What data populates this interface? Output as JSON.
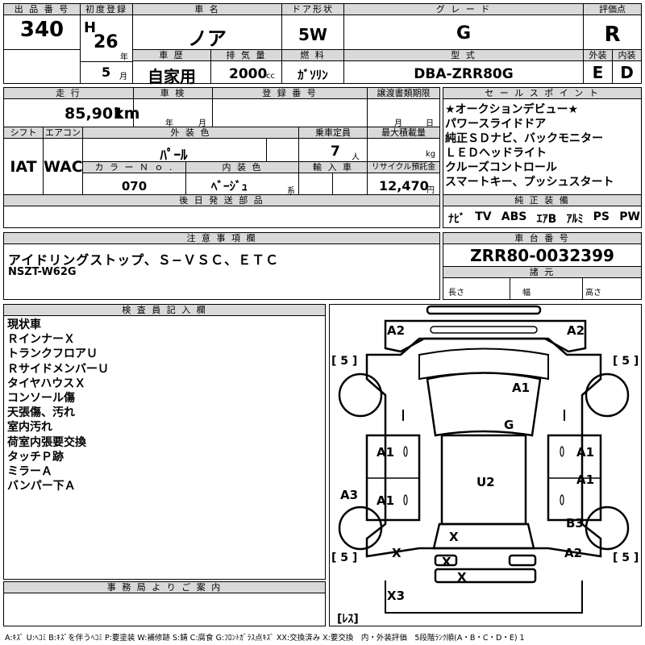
{
  "header": {
    "lot_label": "出 品 番 号",
    "lot": "340",
    "reg_label": "初度登録",
    "era": "H",
    "year": "26",
    "year_unit": "年",
    "month": "5",
    "month_unit": "月",
    "car_name_label": "車 名",
    "car_name": "ノア",
    "door_label": "ドア形状",
    "door": "5W",
    "grade_label": "グ レ ー ド",
    "grade": "G",
    "score_label": "評価点",
    "score": "R",
    "history_label": "車 歴",
    "history": "自家用",
    "disp_label": "排 気 量",
    "disp": "2000",
    "disp_unit": "cc",
    "fuel_label": "燃 料",
    "fuel": "ｶﾞｿﾘﾝ",
    "model_label": "型 式",
    "model": "DBA-ZRR80G",
    "ext_label": "外装",
    "ext": "E",
    "int_label": "内装",
    "int": "D"
  },
  "info": {
    "mileage_label": "走 行",
    "mileage": "85,901",
    "mileage_unit": "km",
    "inspection_label": "車 検",
    "insp_year": "年",
    "insp_month": "月",
    "regno_label": "登 録 番 号",
    "transfer_label": "譲渡書類期限",
    "transfer_month": "月",
    "transfer_day": "日",
    "shift_label": "シフト",
    "shift": "IAT",
    "ac_label": "エアコン",
    "ac": "WAC",
    "color_label": "外 装 色",
    "color": "ﾊﾟｰﾙ",
    "capacity_label": "乗車定員",
    "capacity": "7",
    "capacity_unit": "人",
    "maxload_label": "最大積載量",
    "maxload_unit": "kg",
    "colorno_label": "カ ラ ー Ｎ ｏ .",
    "colorno": "070",
    "intcolor_label": "内 装 色",
    "intcolor": "ﾍﾞｰｼﾞｭ",
    "intcolor_unit": "系",
    "import_label": "輸 入 車",
    "recycle_label": "リサイクル預託金",
    "recycle": "12,470",
    "recycle_unit": "円",
    "later_label": "後 日 発 送 部 品"
  },
  "sales": {
    "label": "セ ー ル ス ポ イ ン ト",
    "points": [
      "★オークションデビュー★",
      "パワースライドドア",
      "純正ＳＤナビ、バックモニター",
      "ＬＥＤヘッドライト",
      "クルーズコントロール",
      "スマートキー、プッシュスタート"
    ],
    "equip_label": "純 正 装 備",
    "equip": [
      "ﾅﾋﾞ",
      "TV",
      "ABS",
      "ｴｱB",
      "ｱﾙﾐ",
      "PS",
      "PW"
    ]
  },
  "notes": {
    "label": "注 意 事 項 欄",
    "line1": "アイドリングストップ、Ｓ−ＶＳＣ、ＥＴＣ",
    "line2": "NSZT-W62G"
  },
  "chassis": {
    "label": "車 台 番 号",
    "value": "ZRR80-0032399",
    "dims_label": "諸 元",
    "length": "長さ",
    "width": "幅",
    "height": "高さ"
  },
  "inspector": {
    "label": "検 査 員 記 入 欄",
    "lines": [
      "現状車",
      "ＲインナーＸ",
      "トランクフロアＵ",
      "ＲサイドメンバーＵ",
      "タイヤハウスＸ",
      "コンソール傷",
      "天張傷、汚れ",
      "室内汚れ",
      "荷室内張要交換",
      "タッチＰ跡",
      "ミラーＡ",
      "バンパー下Ａ"
    ]
  },
  "office": {
    "label": "事 務 局 よ り ご 案 内"
  },
  "diagram": {
    "tire_fl": "[ 5 ]",
    "tire_fr": "[ 5 ]",
    "tire_rl": "[ 5 ]",
    "tire_rr": "[ 5 ]",
    "tire_spare": "[ﾚｽ]",
    "marks": {
      "a2_tl": "A2",
      "a2_tr": "A2",
      "a1_hood": "A1",
      "g_glass": "G",
      "a1_l1": "A1",
      "a1_r1": "A1",
      "a1_l2": "A1",
      "a1_r2": "A1",
      "a3": "A3",
      "u2": "U2",
      "b3": "B3",
      "a2_br": "A2",
      "x_c": "X",
      "x_l": "X",
      "x_bumper": "X",
      "x_bottom": "X",
      "x3": "X3"
    }
  },
  "footer": "A:ｷｽﾞ U:ﾍｺﾐ B:ｷｽﾞを伴うﾍｺﾐ P:要塗装 W:補修跡 S:錆 C:腐食 G:ﾌﾛﾝﾄｶﾞﾗｽ点ｷｽﾞ XX:交換済み X:要交換　内・外装評価　5段階ﾗﾝｸ順(A・B・C・D・E) 1"
}
